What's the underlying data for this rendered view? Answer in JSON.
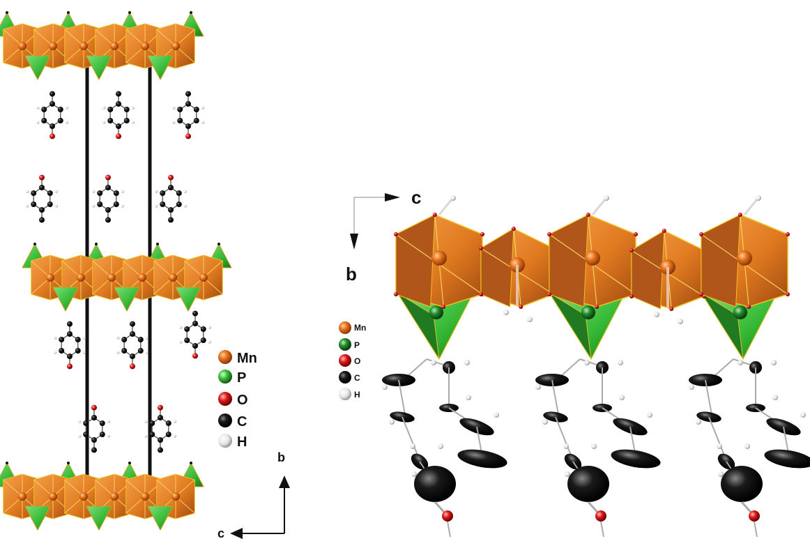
{
  "left_panel": {
    "legend": [
      {
        "label": "Mn",
        "color": "#e8731a"
      },
      {
        "label": "P",
        "color": "#3cc43c"
      },
      {
        "label": "O",
        "color": "#e01818"
      },
      {
        "label": "C",
        "color": "#111111"
      },
      {
        "label": "H",
        "color": "#f2f2f2"
      }
    ],
    "axes": {
      "vertical": "b",
      "horizontal": "c"
    }
  },
  "right_panel": {
    "legend": [
      {
        "label": "Mn",
        "color": "#e8731a"
      },
      {
        "label": "P",
        "color": "#1f8a2a"
      },
      {
        "label": "O",
        "color": "#e01818"
      },
      {
        "label": "C",
        "color": "#111111"
      },
      {
        "label": "H",
        "color": "#f2f2f2"
      }
    ],
    "axes": {
      "horizontal": "c",
      "vertical": "b"
    }
  },
  "colors": {
    "mn_polyhedron": "#e8842a",
    "mn_polyhedron_dark": "#9a4a12",
    "p_tetrahedron": "#3cc43c",
    "p_tetrahedron_dark": "#1f7a22",
    "edge": "#f0c020",
    "oxygen": "#e01818",
    "carbon": "#111111",
    "bond": "#cfcfcf"
  }
}
